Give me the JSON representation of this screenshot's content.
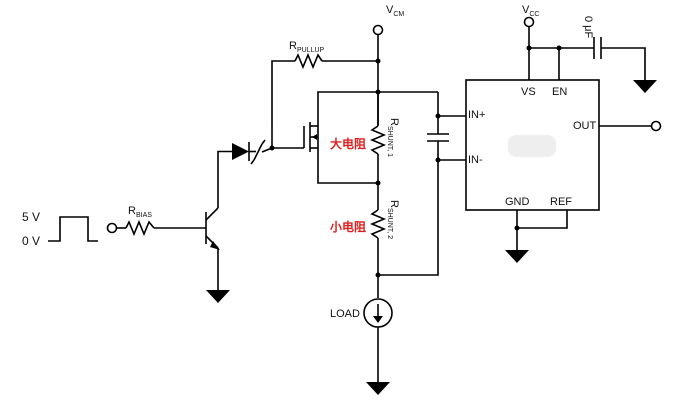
{
  "labels": {
    "vcm": {
      "main": "V",
      "sub": "CM"
    },
    "vcc": {
      "main": "V",
      "sub": "CC"
    },
    "cap": "0 μF",
    "rpullup": {
      "main": "R",
      "sub": "PULLUP"
    },
    "rbias": {
      "main": "R",
      "sub": "BIAS"
    },
    "rshunt1": {
      "main": "R",
      "sub": "SHUNT, 1"
    },
    "rshunt2": {
      "main": "R",
      "sub": "SHUNT, 2"
    },
    "big_res": "大电阻",
    "small_res": "小电阻",
    "load": "LOAD",
    "v5": "5 V",
    "v0": "0 V"
  },
  "ic": {
    "vs": "VS",
    "en": "EN",
    "in_plus": "IN+",
    "in_minus": "IN-",
    "out": "OUT",
    "gnd": "GND",
    "ref": "REF"
  },
  "colors": {
    "wire": "#000000",
    "annotation": "#e02020"
  }
}
